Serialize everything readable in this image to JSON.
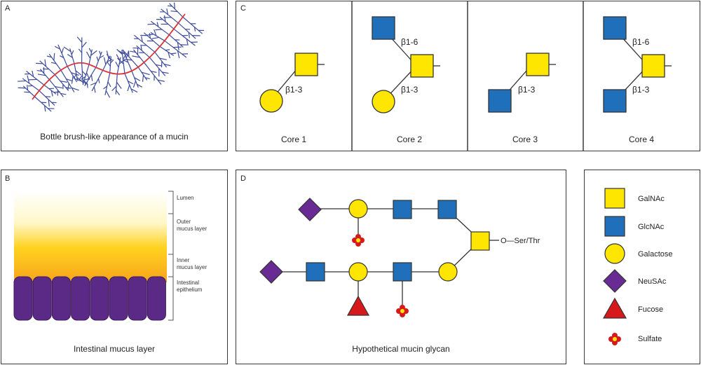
{
  "panel_a": {
    "letter": "A",
    "caption": "Bottle brush-like appearance of a mucin"
  },
  "panel_b": {
    "letter": "B",
    "caption": "Intestinal mucus layer",
    "layers": [
      {
        "lines": [
          "Lumen"
        ]
      },
      {
        "lines": [
          "Outer",
          "mucus layer"
        ]
      },
      {
        "lines": [
          "Inner",
          "mucus layer"
        ]
      },
      {
        "lines": [
          "Intestinal",
          "epithelium"
        ]
      }
    ],
    "colors": {
      "epithelium": "#5b2a86",
      "inner": "#f7a51b",
      "outer": "#ffd21f"
    }
  },
  "panel_c": {
    "letter": "C",
    "cores": [
      {
        "name": "Core 1",
        "link_lower": "β1-3",
        "link_upper": ""
      },
      {
        "name": "Core 2",
        "link_lower": "β1-3",
        "link_upper": "β1-6"
      },
      {
        "name": "Core 3",
        "link_lower": "β1-3",
        "link_upper": ""
      },
      {
        "name": "Core 4",
        "link_lower": "β1-3",
        "link_upper": "β1-6"
      }
    ]
  },
  "panel_d": {
    "letter": "D",
    "caption": "Hypothetical mucin glycan",
    "attachment": "O—Ser/Thr"
  },
  "legend": {
    "items": [
      {
        "shape": "square",
        "color": "#ffe600",
        "label": "GalNAc"
      },
      {
        "shape": "square",
        "color": "#1f6fba",
        "label": "GlcNAc"
      },
      {
        "shape": "circle",
        "color": "#ffe600",
        "label": "Galactose"
      },
      {
        "shape": "diamond",
        "color": "#6a2a93",
        "label": "NeuSAc"
      },
      {
        "shape": "triangle",
        "color": "#d7191c",
        "label": "Fucose"
      },
      {
        "shape": "sulfate",
        "color": "#d7191c",
        "label": "Sulfate"
      }
    ]
  },
  "colors": {
    "galnac": "#ffe600",
    "glcnac": "#1f6fba",
    "galactose": "#ffe600",
    "neu5ac": "#6a2a93",
    "fucose": "#d7191c",
    "brush_core": "#d9343b",
    "brush_branch": "#3b4a9b"
  }
}
